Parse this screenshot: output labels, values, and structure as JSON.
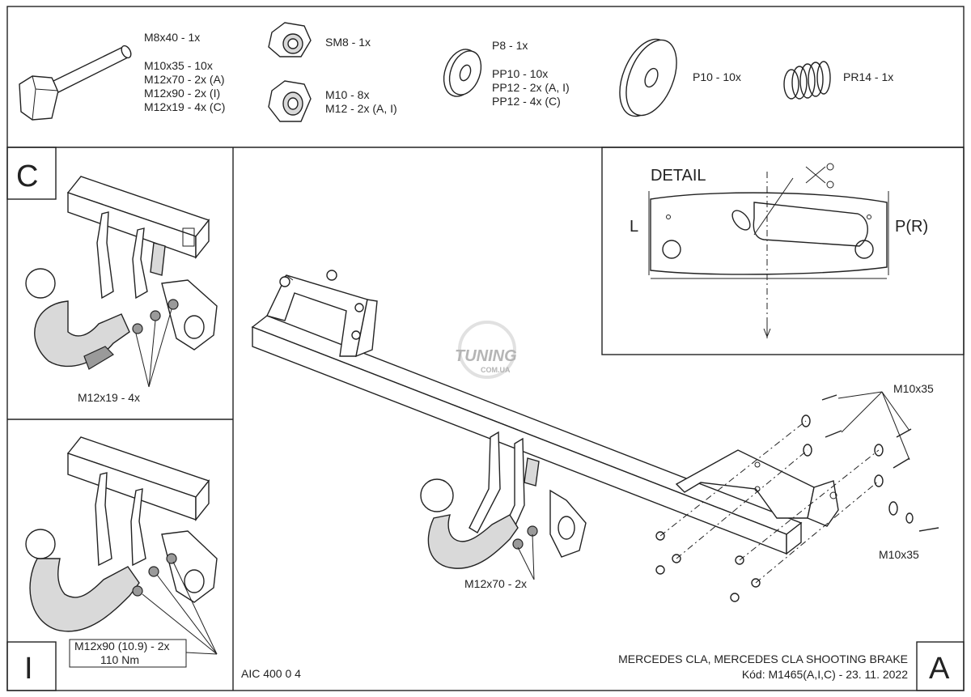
{
  "parts": {
    "bolts": [
      "M8x40 - 1x",
      "M10x35 - 10x",
      "M12x70 - 2x (A)",
      "M12x90 - 2x (I)",
      "M12x19 - 4x (C)"
    ],
    "nuts_top": [
      "SM8 - 1x"
    ],
    "nuts_bottom": [
      "M10 - 8x",
      "M12 - 2x (A, I)"
    ],
    "washers_small": [
      "P8 - 1x",
      "PP10 - 10x",
      "PP12 - 2x (A, I)",
      "PP12 - 4x (C)"
    ],
    "washer_large": "P10 - 10x",
    "spring": "PR14 - 1x"
  },
  "panel_c": {
    "letter": "C",
    "bolt_label": "M12x19 - 4x"
  },
  "panel_i": {
    "letter": "I",
    "bolt_label_line1": "M12x90 (10.9) - 2x",
    "bolt_label_line2": "110 Nm"
  },
  "main": {
    "letter": "A",
    "bolt_label_top": "M10x35",
    "bolt_label_right": "M10x35",
    "bolt_label_ball": "M12x70 - 2x",
    "logo": "TUNING",
    "logo_sub": "COM.UA"
  },
  "detail": {
    "title": "DETAIL",
    "left": "L",
    "right": "P(R)"
  },
  "footer": {
    "code": "AIC 400 0 4",
    "model": "MERCEDES CLA, MERCEDES CLA SHOOTING BRAKE",
    "kod": "Kód: M1465(A,I,C) - 23. 11. 2022"
  }
}
